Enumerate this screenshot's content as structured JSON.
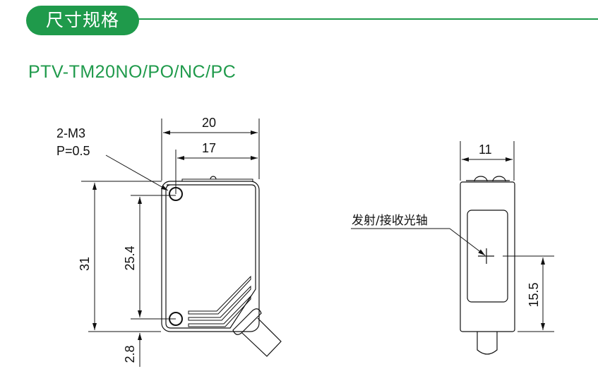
{
  "header": {
    "title": "尺寸规格",
    "accent": "#1f9a4b"
  },
  "model": "PTV-TM20NO/PO/NC/PC",
  "front_view": {
    "thread_label_1": "2-M3",
    "thread_label_2": "P=0.5",
    "dim_width": "20",
    "dim_hole_spacing_x": "17",
    "dim_height": "31",
    "dim_hole_spacing_y": "25.4",
    "dim_hole_offset": "2.8"
  },
  "side_view": {
    "dim_width": "11",
    "axis_label": "发射/接收光轴",
    "dim_axis_height": "15.5"
  }
}
